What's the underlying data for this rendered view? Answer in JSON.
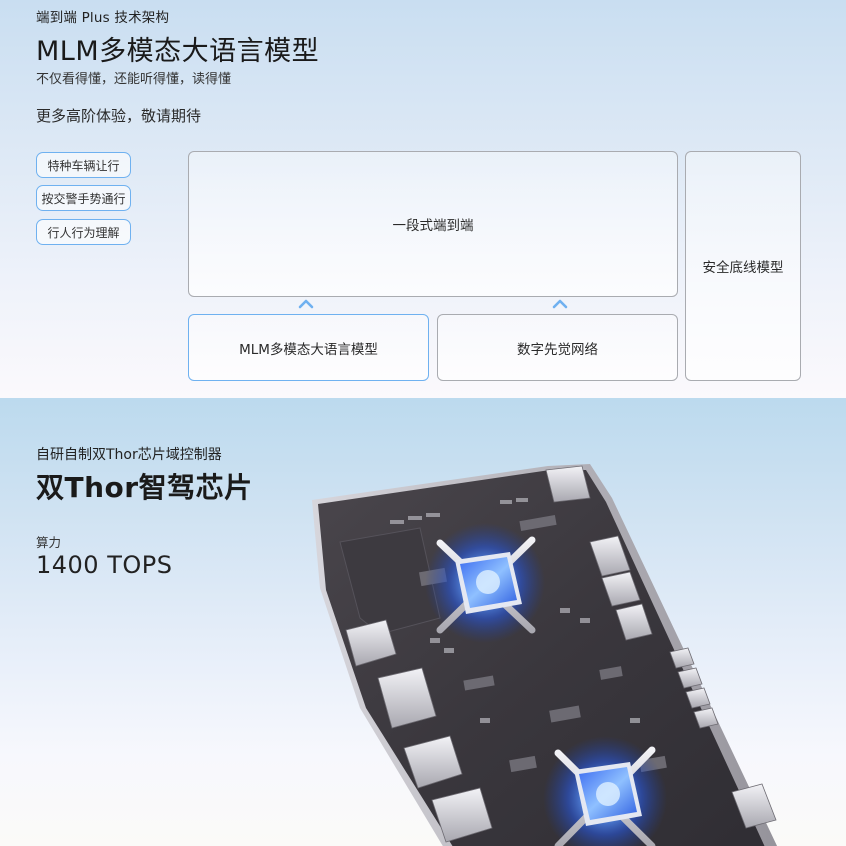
{
  "architecture": {
    "eyebrow": "端到端 Plus 技术架构",
    "title": "MLM多模态大语言模型",
    "subtitle": "不仅看得懂，还能听得懂，读得懂",
    "more": "更多高阶体验，敬请期待",
    "tags": [
      "特种车辆让行",
      "按交警手势通行",
      "行人行为理解"
    ],
    "diagram": {
      "top_box": "一段式端到端",
      "bottom_left_box": "MLM多模态大语言模型",
      "bottom_right_box": "数字先觉网络",
      "side_box": "安全底线模型",
      "arrow_icon": "chevron-up-icon"
    },
    "accent_color": "#6fb1f0"
  },
  "chip": {
    "eyebrow": "自研自制双Thor芯片域控制器",
    "title": "双Thor智驾芯片",
    "metric_label": "算力",
    "metric_value": "1400 TOPS",
    "image": "dual-thor-domain-controller-board"
  }
}
